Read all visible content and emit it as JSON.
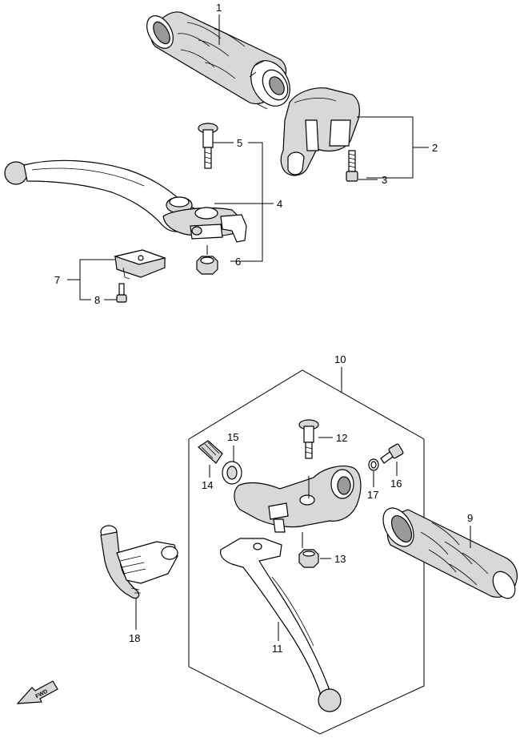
{
  "callouts": [
    "1",
    "2",
    "3",
    "4",
    "5",
    "6",
    "7",
    "8",
    "9",
    "10",
    "11",
    "12",
    "13",
    "14",
    "15",
    "16",
    "17",
    "18"
  ],
  "fwd_label": "FWD",
  "icons": {
    "fwd_arrow": "fwd-arrow-icon"
  }
}
